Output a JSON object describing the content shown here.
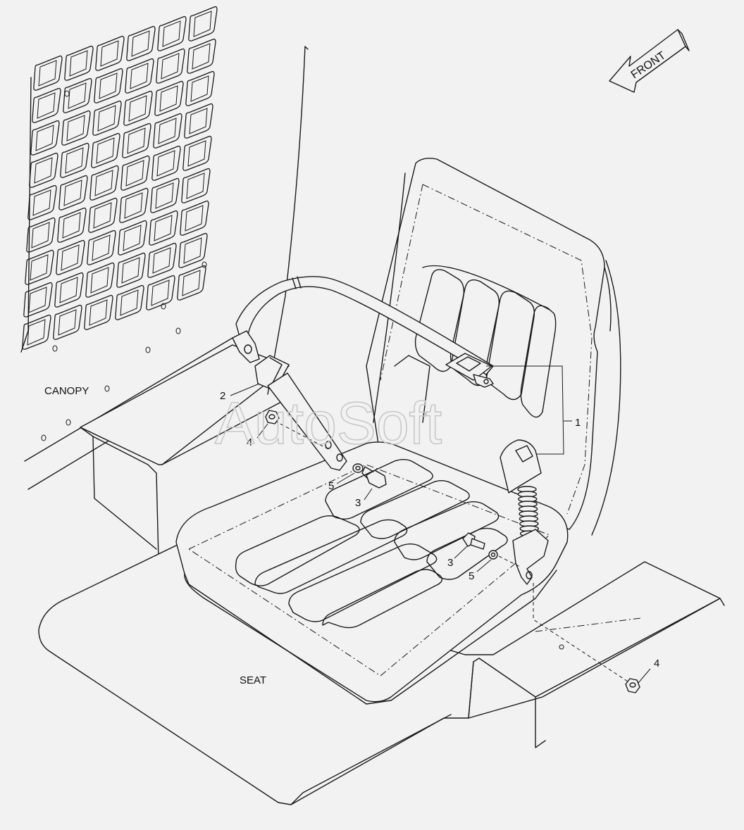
{
  "labels": {
    "canopy": "CANOPY",
    "seat": "SEAT",
    "front": "FRONT",
    "watermark": "AutoSoft"
  },
  "callouts": {
    "seat_belt": "1",
    "belt_left": "2",
    "bolt_left": "3",
    "bolt_right": "3",
    "nut_left": "4",
    "nut_right": "4",
    "washer_left": "5",
    "washer_right": "5"
  },
  "colors": {
    "background": "#f2f2f2",
    "line": "#1a1a1a",
    "watermark": "#c8c8c8"
  }
}
